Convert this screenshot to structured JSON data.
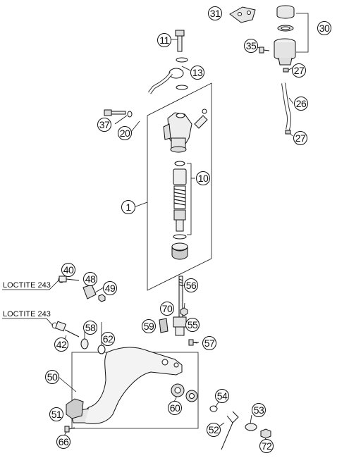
{
  "notes": [
    "LOCTITE 243",
    "LOCTITE 243"
  ],
  "callouts": {
    "c1": "1",
    "c10": "10",
    "c11": "11",
    "c13": "13",
    "c20": "20",
    "c26": "26",
    "c27a": "27",
    "c27b": "27",
    "c30": "30",
    "c31": "31",
    "c35": "35",
    "c37": "37",
    "c40": "40",
    "c42": "42",
    "c48": "48",
    "c49": "49",
    "c50": "50",
    "c51": "51",
    "c52": "52",
    "c53": "53",
    "c54": "54",
    "c55": "55",
    "c56": "56",
    "c57": "57",
    "c58": "58",
    "c59": "59",
    "c60": "60",
    "c62": "62",
    "c66": "66",
    "c70": "70",
    "c72": "72"
  }
}
